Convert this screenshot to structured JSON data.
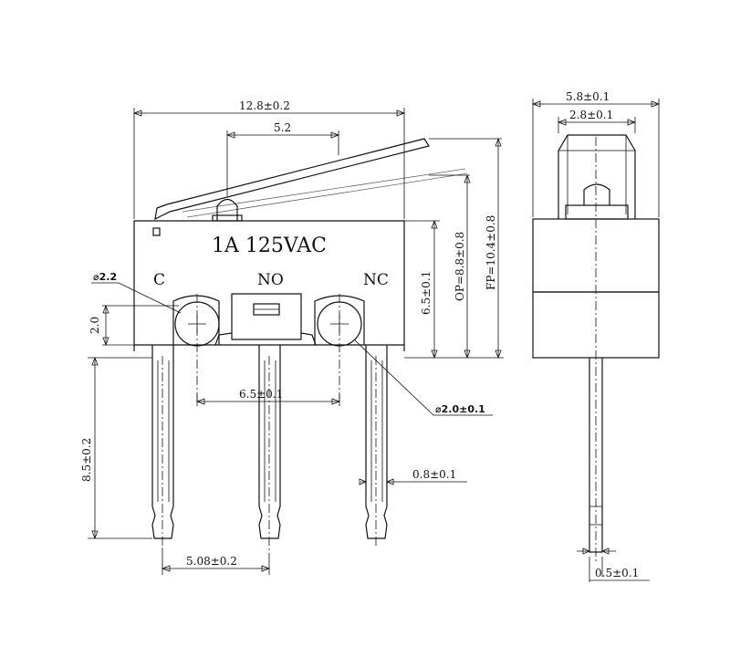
{
  "front_view": {
    "rating": "1A 125VAC",
    "terminal_labels": [
      "C",
      "NO",
      "NC"
    ],
    "dims": {
      "width": "12.8±0.2",
      "lever_offset": "5.2",
      "hole_dia_small": "⌀2.2",
      "hole_height": "2.0",
      "body_height": "6.5±0.1",
      "operating_position": "OP=8.8±0.8",
      "free_position": "FP=10.4±0.8",
      "hole_pitch": "6.5±0.1",
      "mount_hole_dia": "⌀2.0±0.1",
      "pin_width": "0.8±0.1",
      "pin_length": "8.5±0.2",
      "pin_pitch": "5.08±0.2"
    }
  },
  "side_view": {
    "dims": {
      "body_width": "5.8±0.1",
      "actuator_width": "2.8±0.1",
      "pin_thickness": "0.5±0.1"
    }
  }
}
